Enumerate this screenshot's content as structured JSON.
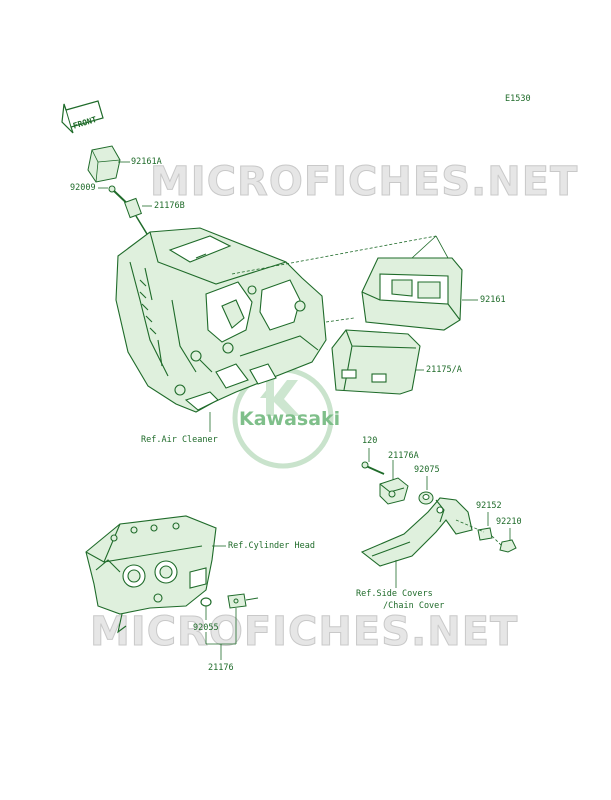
{
  "diagram_code": "E1530",
  "front_label": "FRONT",
  "watermark_text": "MICROFICHES.NET",
  "logo_text": "Kawasaki",
  "colors": {
    "line": "#1f6b2a",
    "fill": "#dff0dd",
    "watermark": "#e6e6e6",
    "logo": "#bfe0c3"
  },
  "labels": [
    {
      "id": "92161A",
      "text": "92161A"
    },
    {
      "id": "92009",
      "text": "92009"
    },
    {
      "id": "21176B",
      "text": "21176B"
    },
    {
      "id": "92161",
      "text": "92161"
    },
    {
      "id": "21175A",
      "text": "21175/A"
    },
    {
      "id": "ref-air",
      "text": "Ref.Air Cleaner"
    },
    {
      "id": "120",
      "text": "120"
    },
    {
      "id": "21176A",
      "text": "21176A"
    },
    {
      "id": "92075",
      "text": "92075"
    },
    {
      "id": "92152",
      "text": "92152"
    },
    {
      "id": "92210",
      "text": "92210"
    },
    {
      "id": "ref-cyl",
      "text": "Ref.Cylinder Head"
    },
    {
      "id": "ref-side-1",
      "text": "Ref.Side Covers"
    },
    {
      "id": "ref-side-2",
      "text": "/Chain Cover"
    },
    {
      "id": "92055",
      "text": "92055"
    },
    {
      "id": "21176",
      "text": "21176"
    }
  ]
}
